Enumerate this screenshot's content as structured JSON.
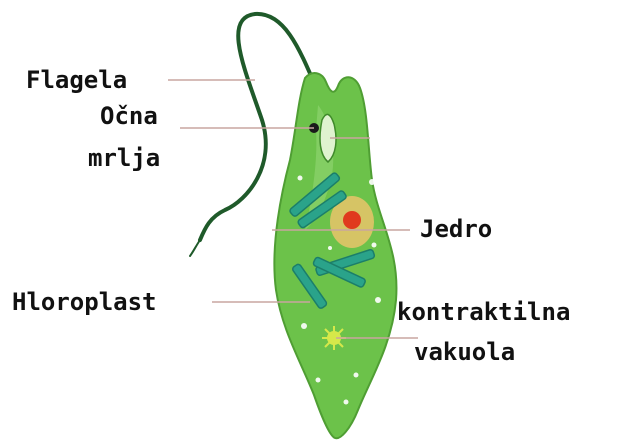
{
  "diagram": {
    "labels": {
      "flagella": "Flagela",
      "eyespot_line1": "Očna",
      "eyespot_line2": "mrlja",
      "nucleus": "Jedro",
      "chloroplast": "Hloroplast",
      "vacuole_line1": "kontraktilna",
      "vacuole_line2": "vakuola"
    },
    "colors": {
      "body_fill": "#6cc24a",
      "body_edge": "#4f9e33",
      "body_highlight": "#9ad97c",
      "chloroplast": "#2aa38a",
      "chloroplast_edge": "#1b7e6a",
      "nucleus_halo": "#e9c46a",
      "nucleus_core": "#e03a1e",
      "flagellum": "#1f5a2a",
      "eyespot": "#1a1a1a",
      "vacuole": "#d6e84a",
      "leader_line": "#c9a5a0"
    }
  }
}
